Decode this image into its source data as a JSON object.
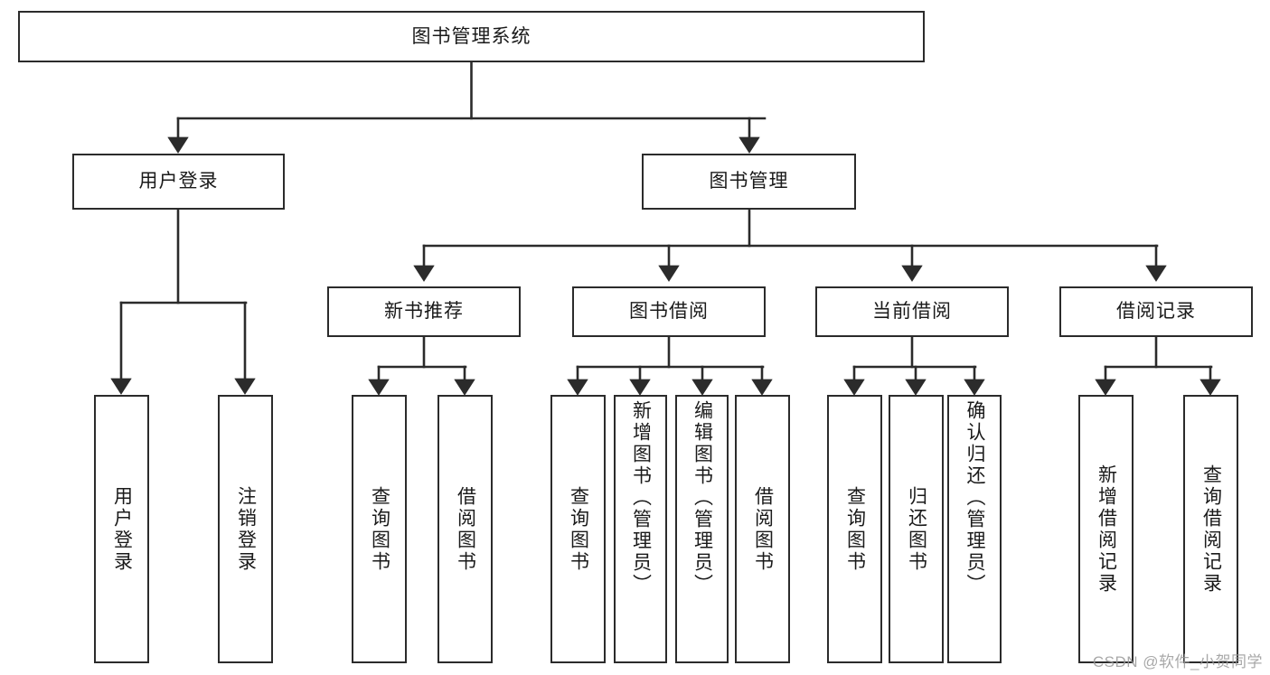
{
  "diagram": {
    "title": "图书管理系统",
    "type": "tree",
    "root": {
      "id": "root",
      "label": "图书管理系统",
      "orientation": "horizontal"
    },
    "level2": [
      {
        "id": "user-login",
        "label": "用户登录",
        "orientation": "horizontal"
      },
      {
        "id": "book-manage",
        "label": "图书管理",
        "orientation": "horizontal"
      }
    ],
    "level3": [
      {
        "id": "new-book-recommend",
        "label": "新书推荐",
        "orientation": "horizontal",
        "parent": "book-manage"
      },
      {
        "id": "book-borrow",
        "label": "图书借阅",
        "orientation": "horizontal",
        "parent": "book-manage"
      },
      {
        "id": "current-borrow",
        "label": "当前借阅",
        "orientation": "horizontal",
        "parent": "book-manage"
      },
      {
        "id": "borrow-record",
        "label": "借阅记录",
        "orientation": "horizontal",
        "parent": "book-manage"
      }
    ],
    "leaves": [
      {
        "id": "leaf-user-login",
        "label": "用户登录",
        "parent": "user-login"
      },
      {
        "id": "leaf-user-logout",
        "label": "注销登录",
        "parent": "user-login"
      },
      {
        "id": "leaf-query-book-1",
        "label": "查询图书",
        "parent": "new-book-recommend"
      },
      {
        "id": "leaf-borrow-book-1",
        "label": "借阅图书",
        "parent": "new-book-recommend"
      },
      {
        "id": "leaf-query-book-2",
        "label": "查询图书",
        "parent": "book-borrow"
      },
      {
        "id": "leaf-add-book",
        "label": "新增图书（管理员）",
        "parent": "book-borrow"
      },
      {
        "id": "leaf-edit-book",
        "label": "编辑图书（管理员）",
        "parent": "book-borrow"
      },
      {
        "id": "leaf-borrow-book-2",
        "label": "借阅图书",
        "parent": "book-borrow"
      },
      {
        "id": "leaf-query-book-3",
        "label": "查询图书",
        "parent": "current-borrow"
      },
      {
        "id": "leaf-return-book",
        "label": "归还图书",
        "parent": "current-borrow"
      },
      {
        "id": "leaf-confirm-return",
        "label": "确认归还（管理员）",
        "parent": "current-borrow"
      },
      {
        "id": "leaf-add-record",
        "label": "新增借阅记录",
        "parent": "borrow-record"
      },
      {
        "id": "leaf-query-record",
        "label": "查询借阅记录",
        "parent": "borrow-record"
      }
    ]
  },
  "watermark": {
    "text": "CSDN @软件_小贺同学"
  },
  "colors": {
    "stroke": "#2b2b2b",
    "background": "#ffffff",
    "text": "#1a1a1a",
    "watermark": "#9a9a9a"
  }
}
